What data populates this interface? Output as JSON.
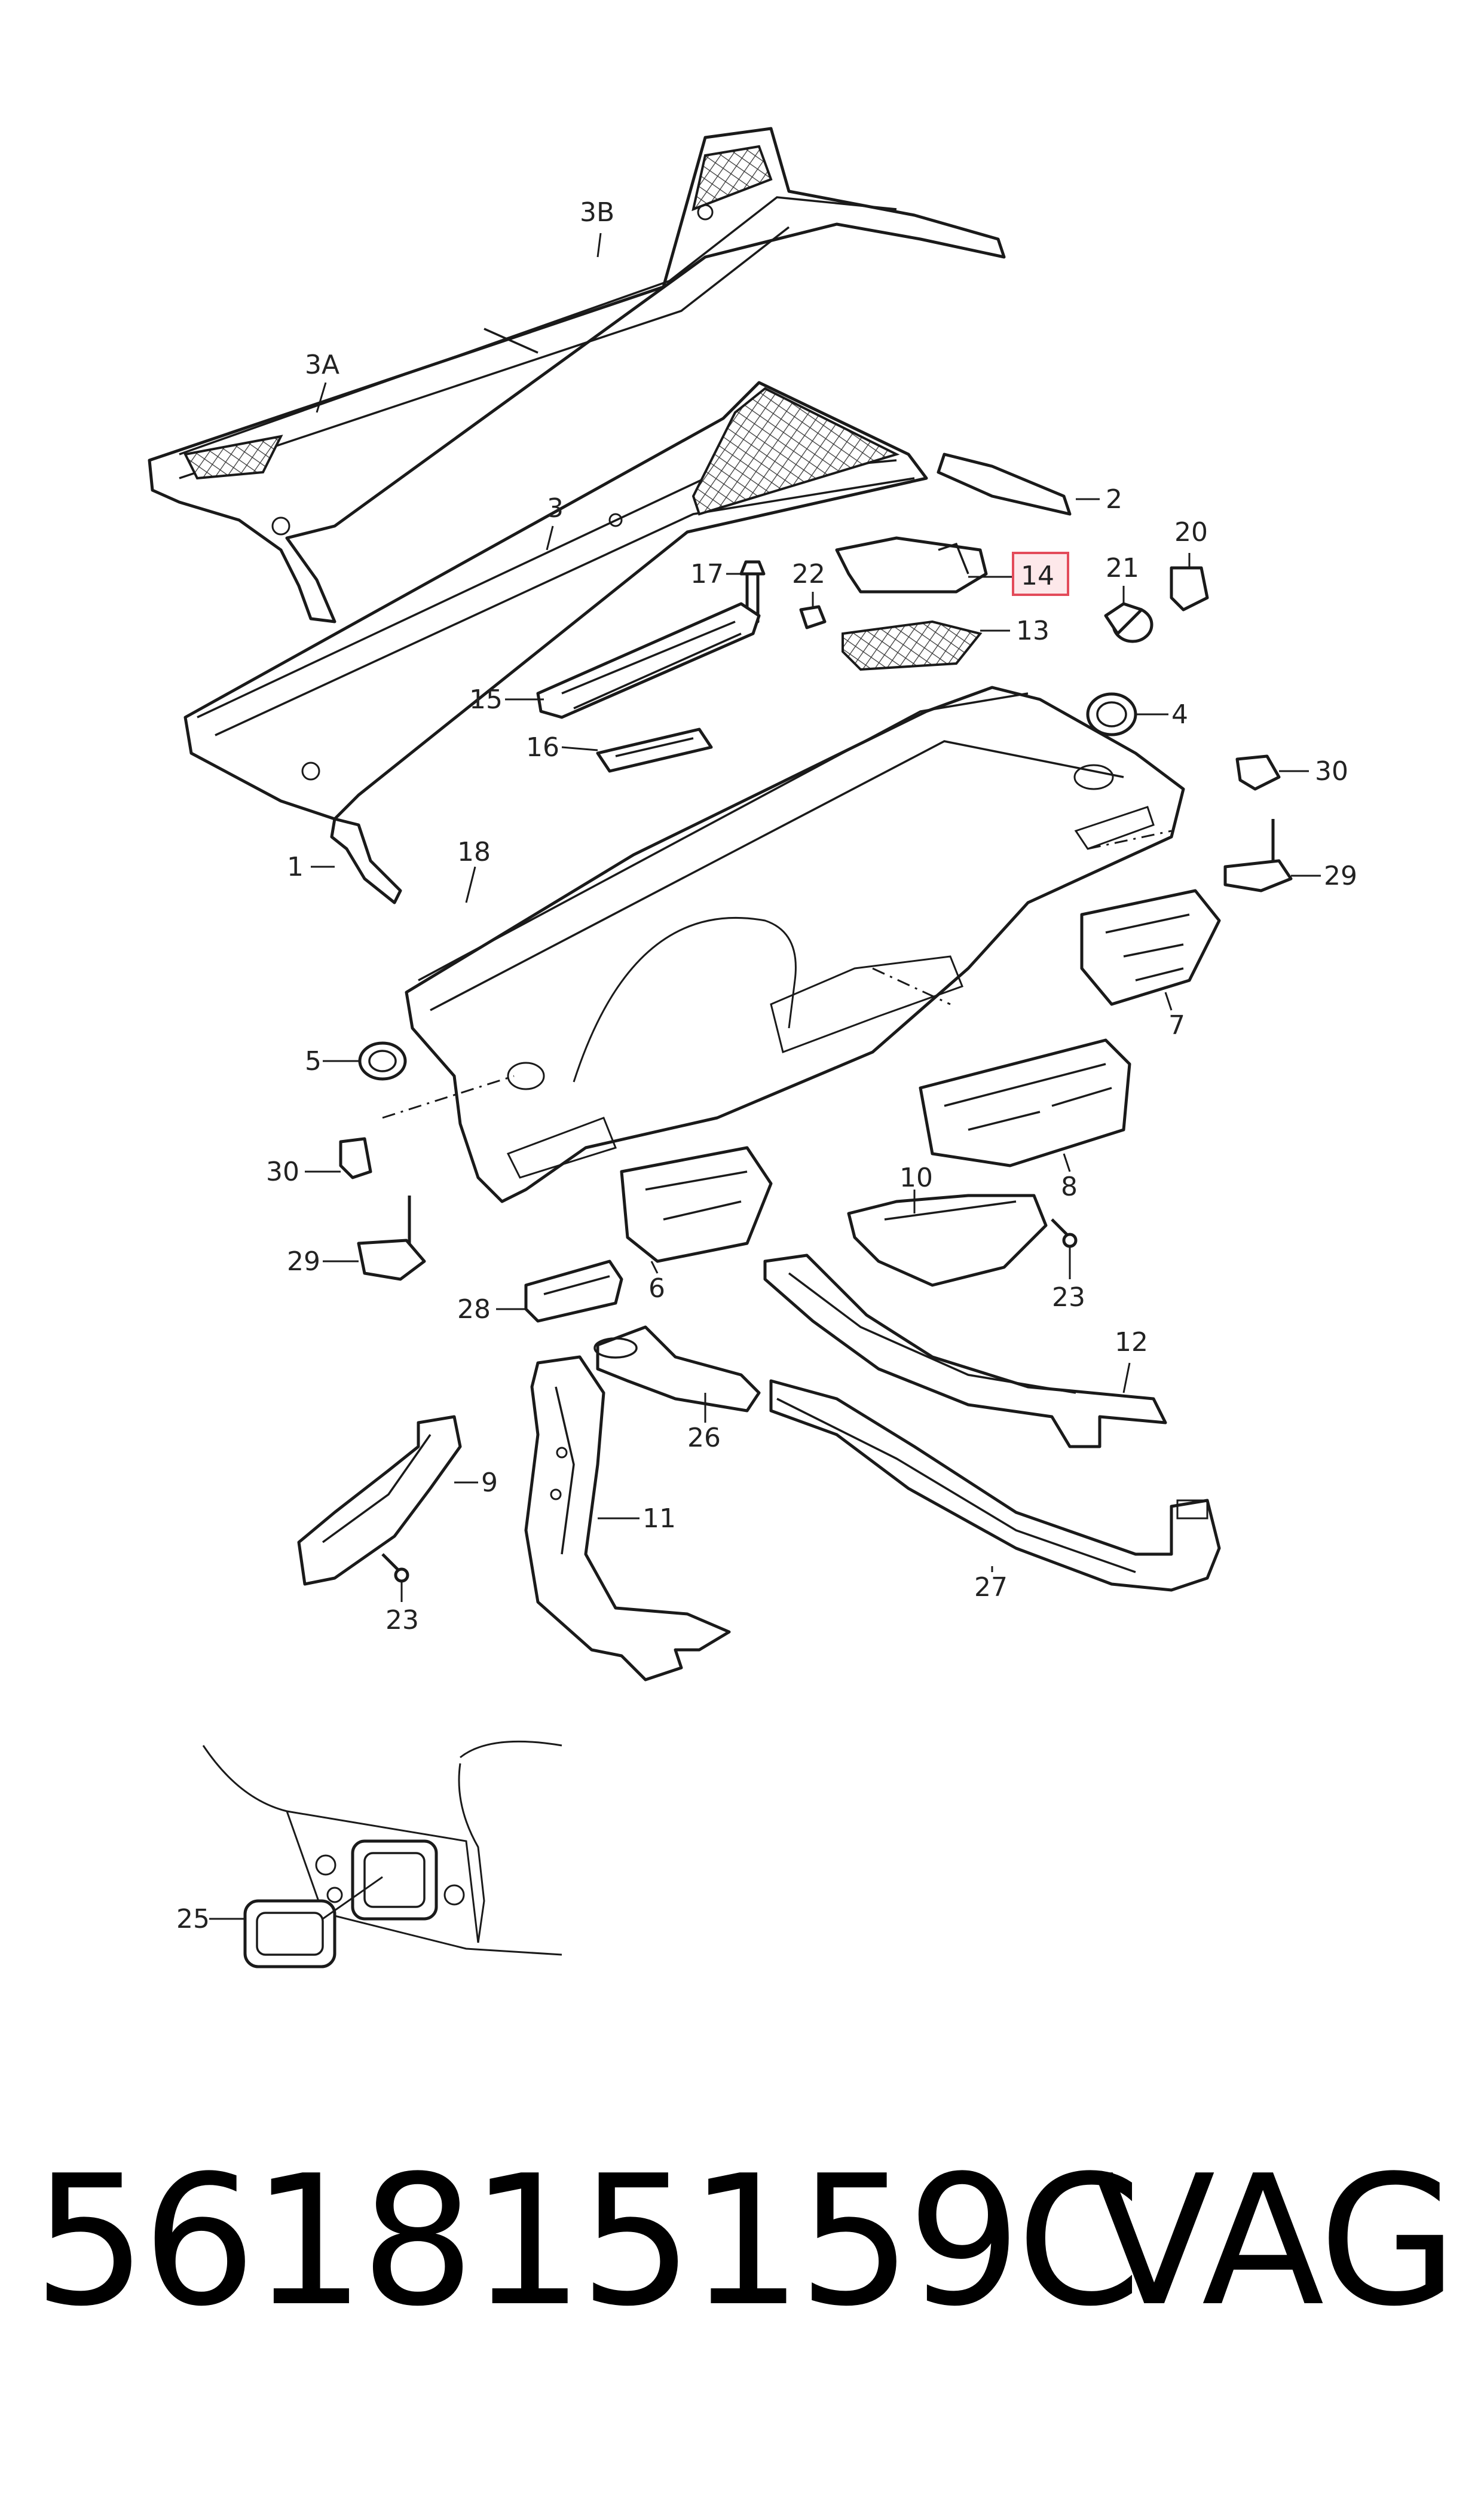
{
  "diagram": {
    "callouts": [
      {
        "id": "c3b",
        "text": "3B"
      },
      {
        "id": "c3a",
        "text": "3A"
      },
      {
        "id": "c3",
        "text": "3"
      },
      {
        "id": "c2",
        "text": "2"
      },
      {
        "id": "c20",
        "text": "20"
      },
      {
        "id": "c17",
        "text": "17"
      },
      {
        "id": "c22",
        "text": "22"
      },
      {
        "id": "c14",
        "text": "14",
        "highlighted": true
      },
      {
        "id": "c21",
        "text": "21"
      },
      {
        "id": "c13",
        "text": "13"
      },
      {
        "id": "c15",
        "text": "15"
      },
      {
        "id": "c4",
        "text": "4"
      },
      {
        "id": "c16",
        "text": "16"
      },
      {
        "id": "c30a",
        "text": "30"
      },
      {
        "id": "c1",
        "text": "1"
      },
      {
        "id": "c18",
        "text": "18"
      },
      {
        "id": "c29a",
        "text": "29"
      },
      {
        "id": "c7",
        "text": "7"
      },
      {
        "id": "c5",
        "text": "5"
      },
      {
        "id": "c8",
        "text": "8"
      },
      {
        "id": "c30b",
        "text": "30"
      },
      {
        "id": "c10",
        "text": "10"
      },
      {
        "id": "c29b",
        "text": "29"
      },
      {
        "id": "c6",
        "text": "6"
      },
      {
        "id": "c23a",
        "text": "23"
      },
      {
        "id": "c28",
        "text": "28"
      },
      {
        "id": "c12",
        "text": "12"
      },
      {
        "id": "c26",
        "text": "26"
      },
      {
        "id": "c9",
        "text": "9"
      },
      {
        "id": "c11",
        "text": "11"
      },
      {
        "id": "c27",
        "text": "27"
      },
      {
        "id": "c23b",
        "text": "23"
      },
      {
        "id": "c25",
        "text": "25"
      }
    ],
    "highlight_color": "#e34b5a"
  },
  "footer": {
    "part_number": "561815159C",
    "brand": "VAG"
  }
}
